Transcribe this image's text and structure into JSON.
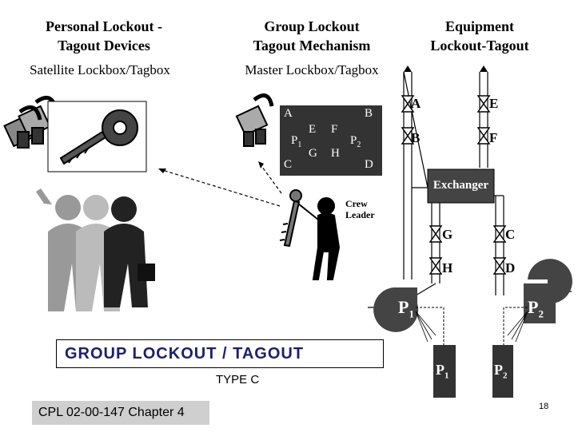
{
  "headers": {
    "personal": {
      "line1": "Personal Lockout -",
      "line2": "Tagout Devices",
      "sub": "Satellite Lockbox/Tagbox"
    },
    "group": {
      "line1": "Group Lockout",
      "line2": "Tagout Mechanism",
      "sub": "Master Lockbox/Tagbox"
    },
    "equipment": {
      "line1": "Equipment",
      "line2": "Lockout-Tagout"
    }
  },
  "master_box": {
    "corner_labels": [
      "A",
      "B",
      "C",
      "D"
    ],
    "inner_labels": [
      "E",
      "F",
      "G",
      "H"
    ],
    "pumps": [
      "P",
      "P"
    ],
    "pump_subs": [
      "1",
      "2"
    ]
  },
  "crew_leader": {
    "line1": "Crew",
    "line2": "Leader"
  },
  "valves": {
    "a": "A",
    "b": "B",
    "e": "E",
    "f": "F",
    "g": "G",
    "h": "H",
    "c": "C",
    "d": "D"
  },
  "exchanger": "Exchanger",
  "pumps": {
    "p1": "P",
    "p1_sub": "1",
    "p2": "P",
    "p2_sub": "2"
  },
  "tanks": {
    "t1": "P",
    "t1_sub": "1",
    "t2": "P",
    "t2_sub": "2"
  },
  "title": "GROUP LOCKOUT / TAGOUT",
  "subtitle": "TYPE C",
  "footer": "CPL 02-00-147 Chapter 4",
  "page_number": "18"
}
